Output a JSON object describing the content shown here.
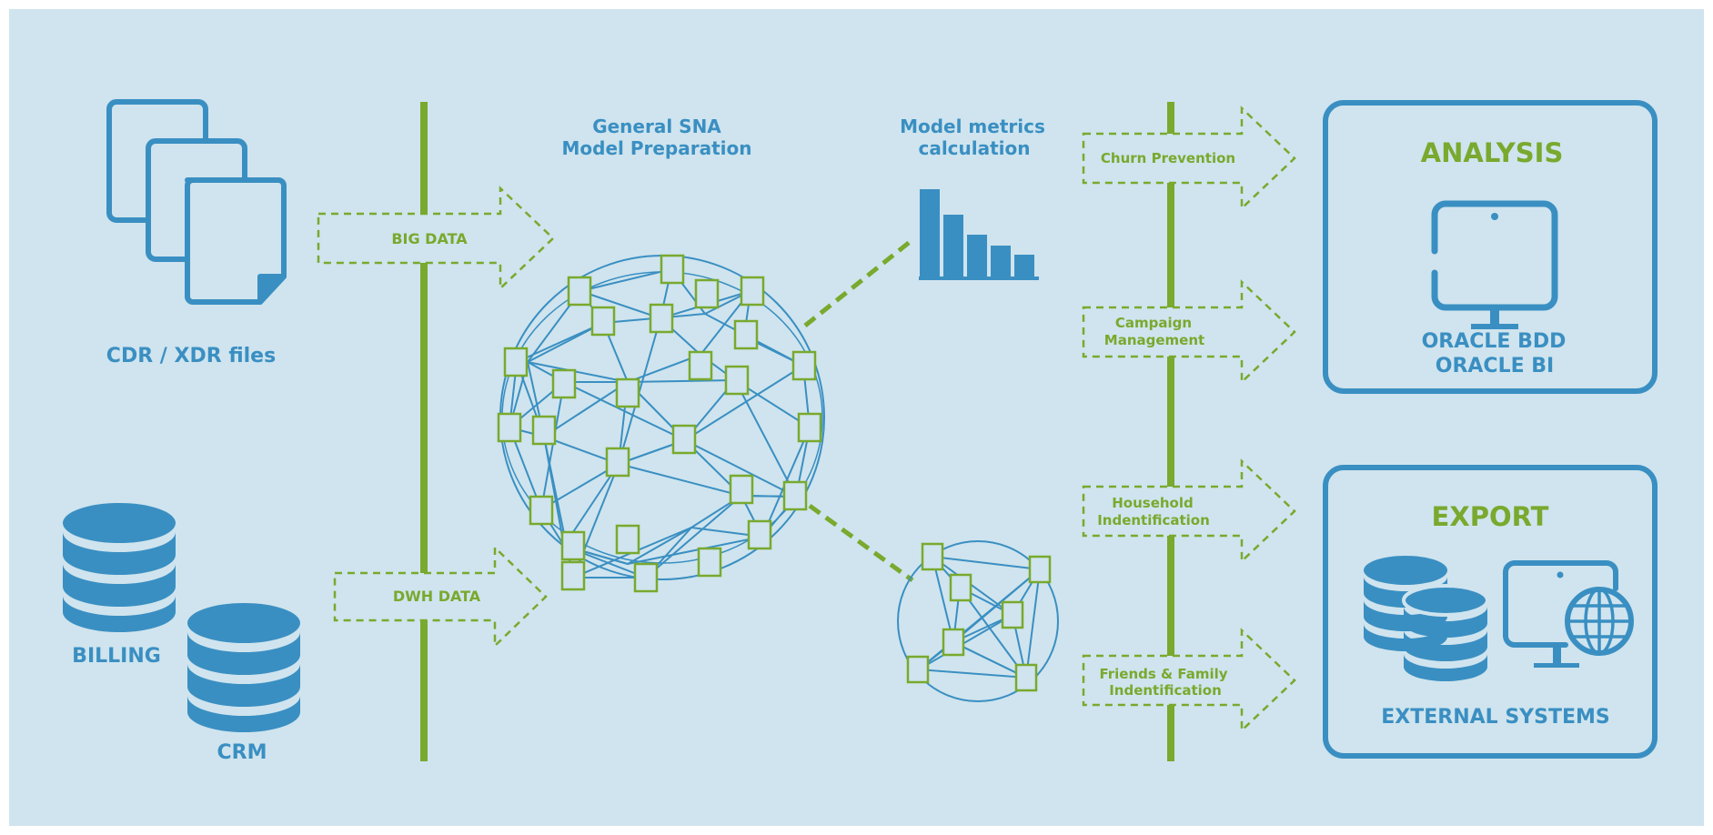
{
  "colors": {
    "background": "#cfe4ee",
    "blue": "#3a8fc2",
    "green": "#79a92e"
  },
  "sources": {
    "files_label": "CDR / XDR files",
    "billing_label": "BILLING",
    "crm_label": "CRM"
  },
  "arrows": {
    "big_data": "BIG DATA",
    "dwh_data": "DWH DATA"
  },
  "model": {
    "prep_title_line1": "General SNA",
    "prep_title_line2": "Model Preparation",
    "metrics_title_line1": "Model metrics",
    "metrics_title_line2": "calculation"
  },
  "use_cases": {
    "churn": [
      "Churn Prevention"
    ],
    "campaign": [
      "Campaign",
      "Management"
    ],
    "household": [
      "Household",
      "Indentification"
    ],
    "friends": [
      "Friends & Family",
      "Indentification"
    ]
  },
  "analysis": {
    "title": "ANALYSIS",
    "line1": "ORACLE BDD",
    "line2": "ORACLE BI"
  },
  "export": {
    "title": "EXPORT",
    "subtitle": "EXTERNAL SYSTEMS"
  },
  "icons": [
    "documents-icon",
    "database-icon",
    "monitor-icon",
    "globe-icon",
    "bar-chart-icon",
    "network-graph-icon"
  ]
}
